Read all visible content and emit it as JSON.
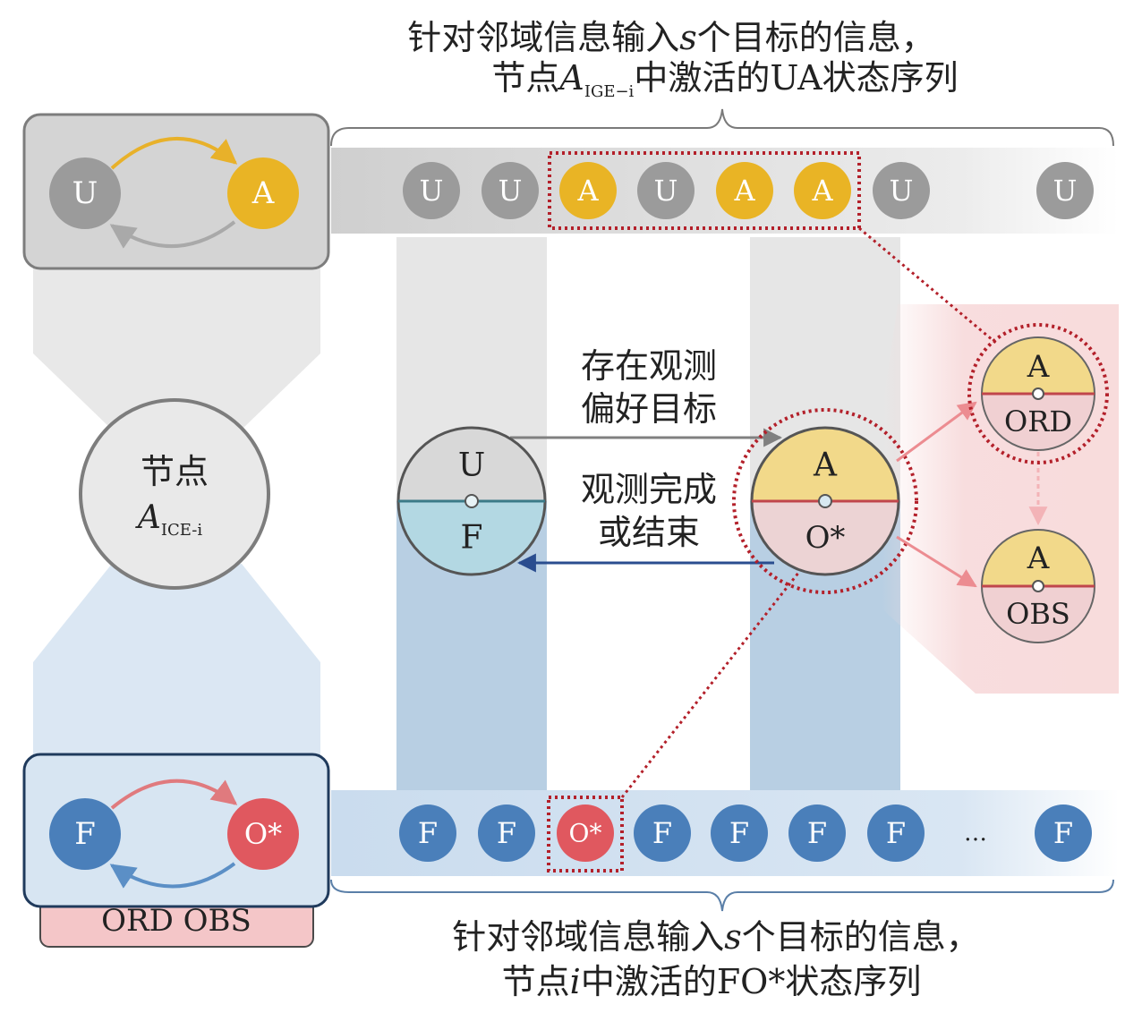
{
  "top_caption": {
    "line1_prefix": "针对邻域信息输入",
    "line1_var": "s",
    "line1_suffix": "个目标的信息，",
    "line2_prefix": "节点",
    "line2_var": "A",
    "line2_sub": "IGE−i",
    "line2_suffix": "中激活的UA状态序列"
  },
  "bottom_caption": {
    "line1_prefix": "针对邻域信息输入",
    "line1_var": "s",
    "line1_suffix": "个目标的信息，",
    "line2_prefix": "节点",
    "line2_var": "i",
    "line2_suffix": "中激活的FO*状态序列"
  },
  "legend_top": {
    "state_a": "U",
    "state_b": "A"
  },
  "legend_bottom": {
    "state_a": "F",
    "state_b": "O*",
    "tag": "ORD  OBS"
  },
  "center_node": {
    "label": "节点",
    "var": "A",
    "sub": "ICE-i"
  },
  "ua_sequence": [
    "U",
    "U",
    "A",
    "U",
    "A",
    "A",
    "U",
    "U"
  ],
  "fo_sequence": [
    "F",
    "F",
    "O*",
    "F",
    "F",
    "F",
    "F",
    "…",
    "F"
  ],
  "uf_node": {
    "top": "U",
    "bottom": "F"
  },
  "ao_node": {
    "top": "A",
    "bottom": "O*"
  },
  "ord_node": {
    "top": "A",
    "bottom": "ORD"
  },
  "obs_node": {
    "top": "A",
    "bottom": "OBS"
  },
  "arrow_forward": {
    "line1": "存在观测",
    "line2": "偏好目标"
  },
  "arrow_back": {
    "line1": "观测完成",
    "line2": "或结束"
  },
  "colors": {
    "gray_node": "#9b9b9b",
    "amber_node": "#e9b425",
    "blue_node": "#4a7fba",
    "red_node": "#e0585f",
    "dotted_red": "#b3202a",
    "navy_arrow": "#2a4d8f"
  }
}
